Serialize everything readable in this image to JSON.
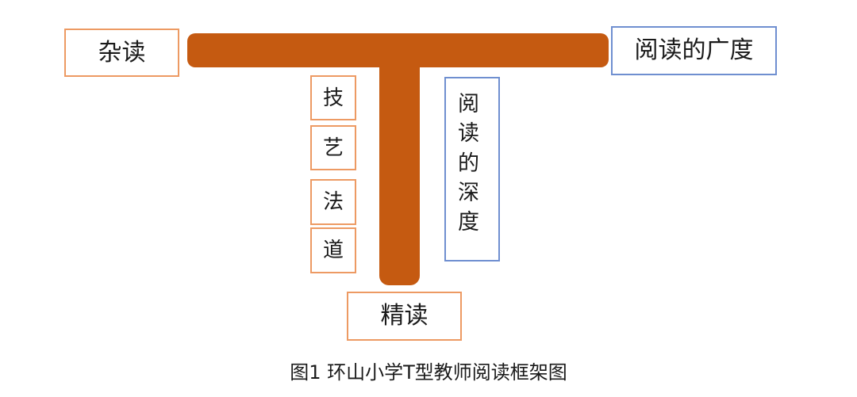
{
  "diagram": {
    "left_label": "杂读",
    "right_label": "阅读的广度",
    "bottom_label": "精读",
    "method_labels": [
      "技",
      "艺",
      "法",
      "道"
    ],
    "depth_label": "阅\n读\n的\n深度",
    "colors": {
      "bar": "#c55a11",
      "orange_border": "#ed9a63",
      "blue_border": "#6f8fd0"
    }
  },
  "caption": "图1  环山小学T型教师阅读框架图"
}
